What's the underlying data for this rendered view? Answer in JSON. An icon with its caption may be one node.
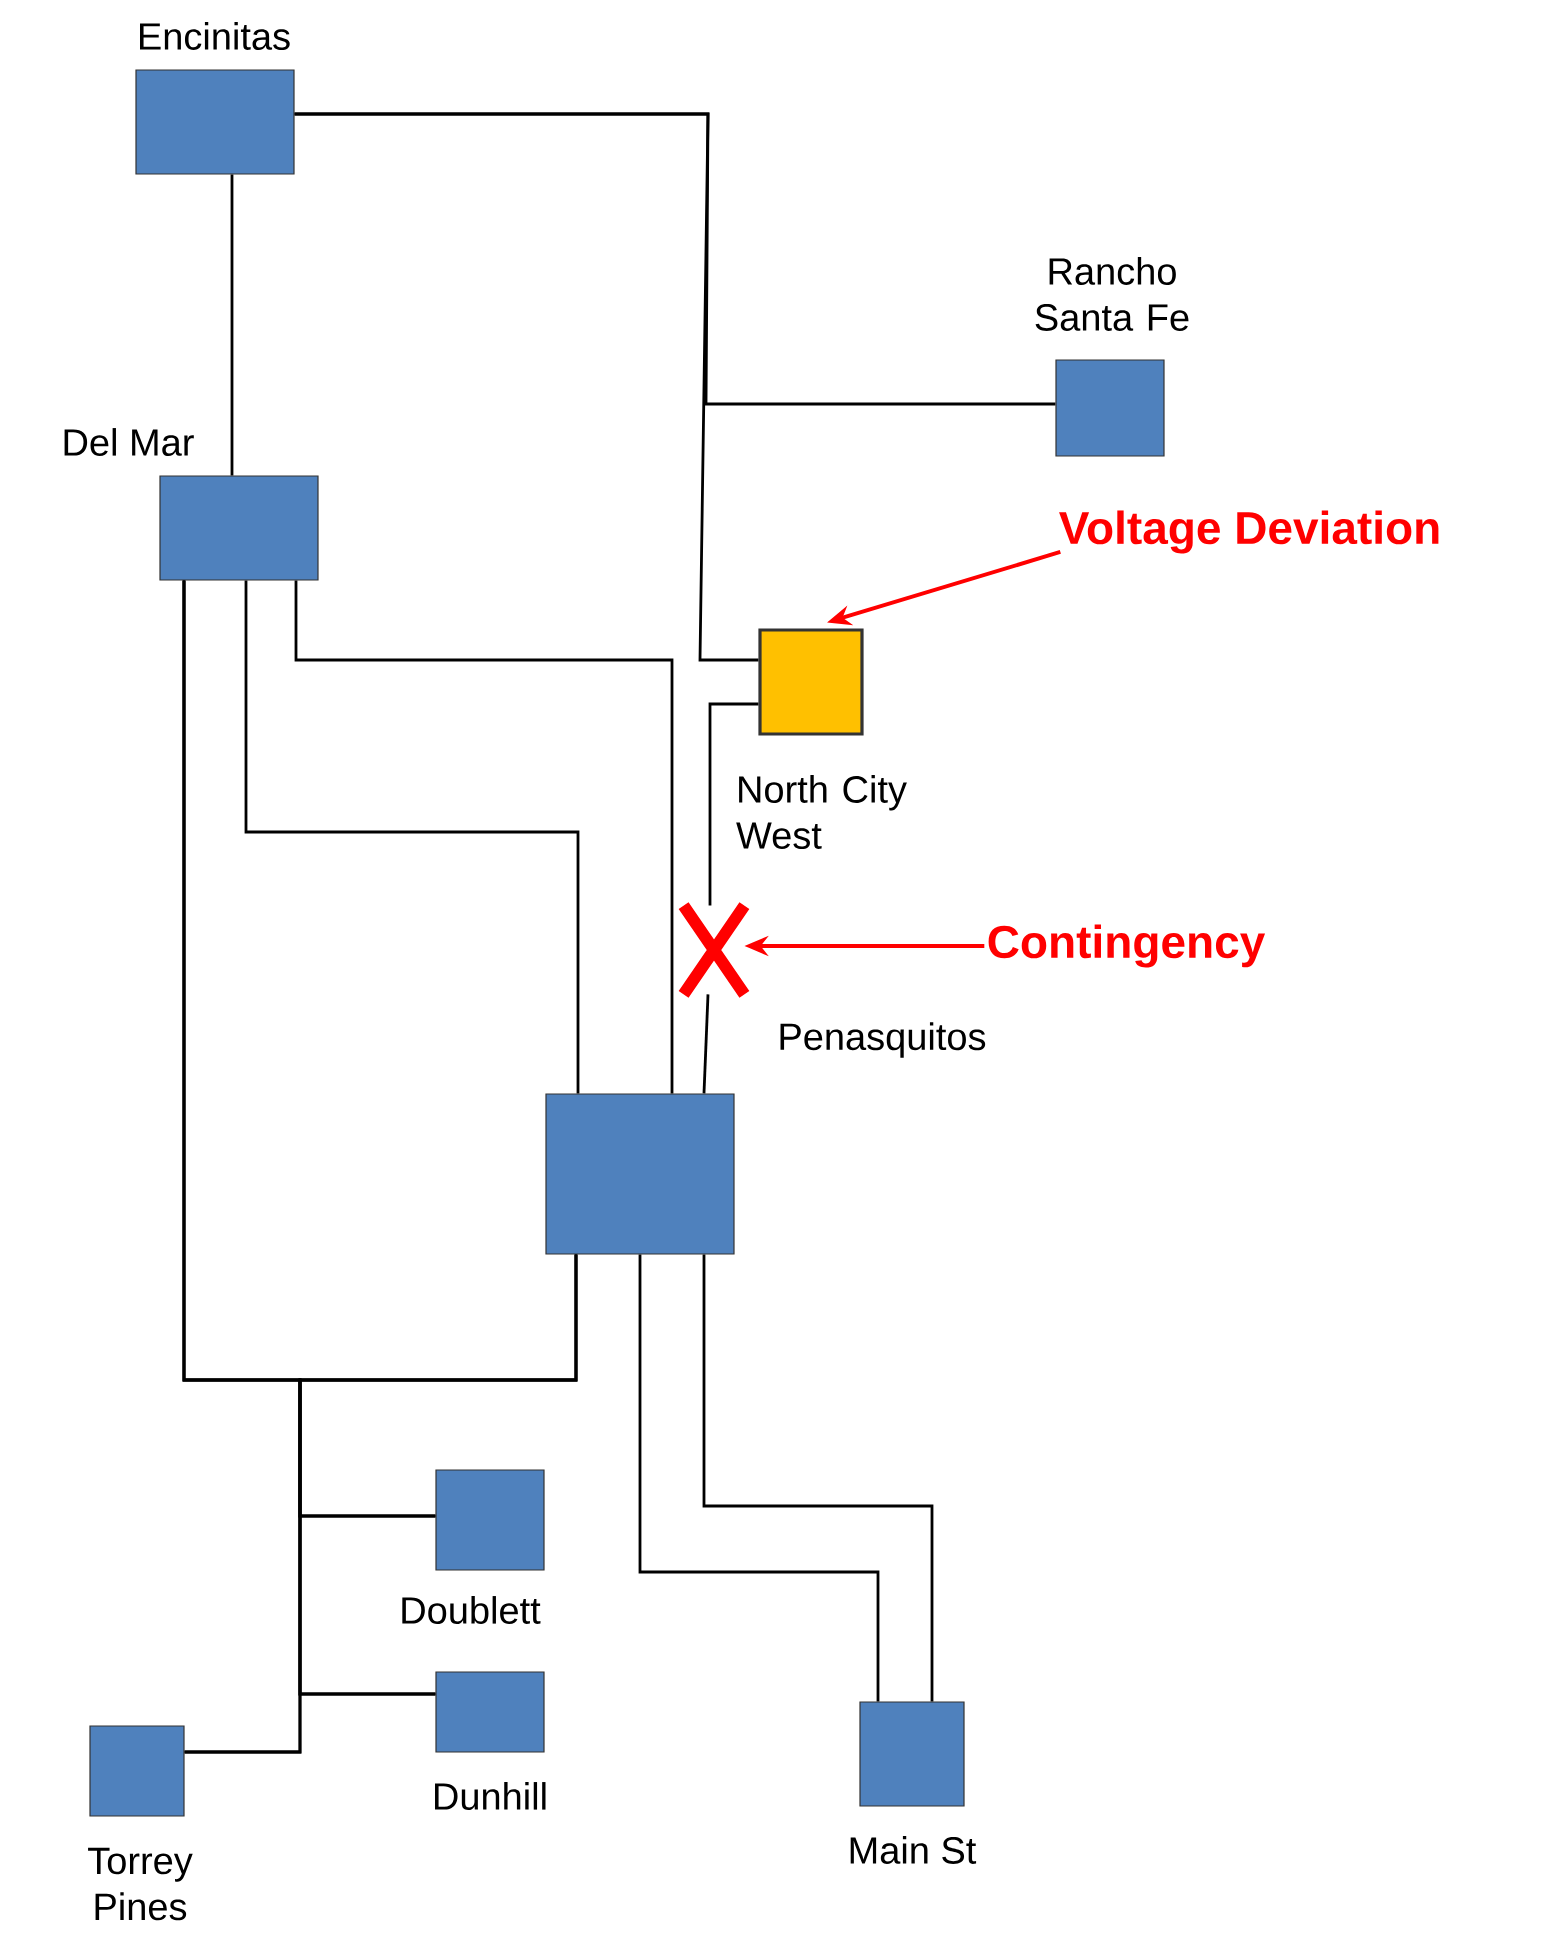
{
  "diagram": {
    "nodes": [
      {
        "text": [
          "Encinitas"
        ]
      },
      {
        "text": [
          "Rancho Santa Fe"
        ]
      },
      {
        "text": [
          "Del Mar"
        ]
      },
      {
        "text": [
          "North City West"
        ]
      },
      {
        "text": [
          "Penasquitos"
        ]
      },
      {
        "text": [
          "Doublett"
        ]
      },
      {
        "text": [
          "Dunhill"
        ]
      },
      {
        "text": [
          "Torrey Pines"
        ]
      },
      {
        "text": [
          "Main St"
        ]
      },
      {
        "text": [
          "Voltage Deviation"
        ]
      },
      {
        "text": [
          "Contingency"
        ]
      },
      {
        "text": [],
        "shape": "cross"
      }
    ],
    "edges": [
      {
        "from": 0,
        "to": 2,
        "arrow": "none"
      },
      {
        "from": 0,
        "to": 1,
        "arrow": "none"
      },
      {
        "from": 0,
        "to": 3,
        "arrow": "none"
      },
      {
        "from": 2,
        "to": 4,
        "arrow": "none"
      },
      {
        "from": 2,
        "to": 4,
        "arrow": "none"
      },
      {
        "from": 3,
        "to": 11,
        "arrow": "none"
      },
      {
        "from": 2,
        "to": 7,
        "arrow": "none"
      },
      {
        "from": 2,
        "to": 5,
        "arrow": "none"
      },
      {
        "from": 2,
        "to": 6,
        "arrow": "none"
      },
      {
        "from": 4,
        "to": 7,
        "arrow": "none"
      },
      {
        "from": 4,
        "to": 5,
        "arrow": "none"
      },
      {
        "from": 4,
        "to": 6,
        "arrow": "none"
      },
      {
        "from": 4,
        "to": 8,
        "arrow": "none"
      },
      {
        "from": 4,
        "to": 8,
        "arrow": "none"
      },
      {
        "from": 9,
        "to": 3,
        "arrow": "to",
        "color": "#ff0000"
      },
      {
        "from": 10,
        "to": 11,
        "arrow": "to",
        "color": "#ff0000"
      },
      {
        "from": 11,
        "to": 4,
        "arrow": "none"
      }
    ]
  }
}
